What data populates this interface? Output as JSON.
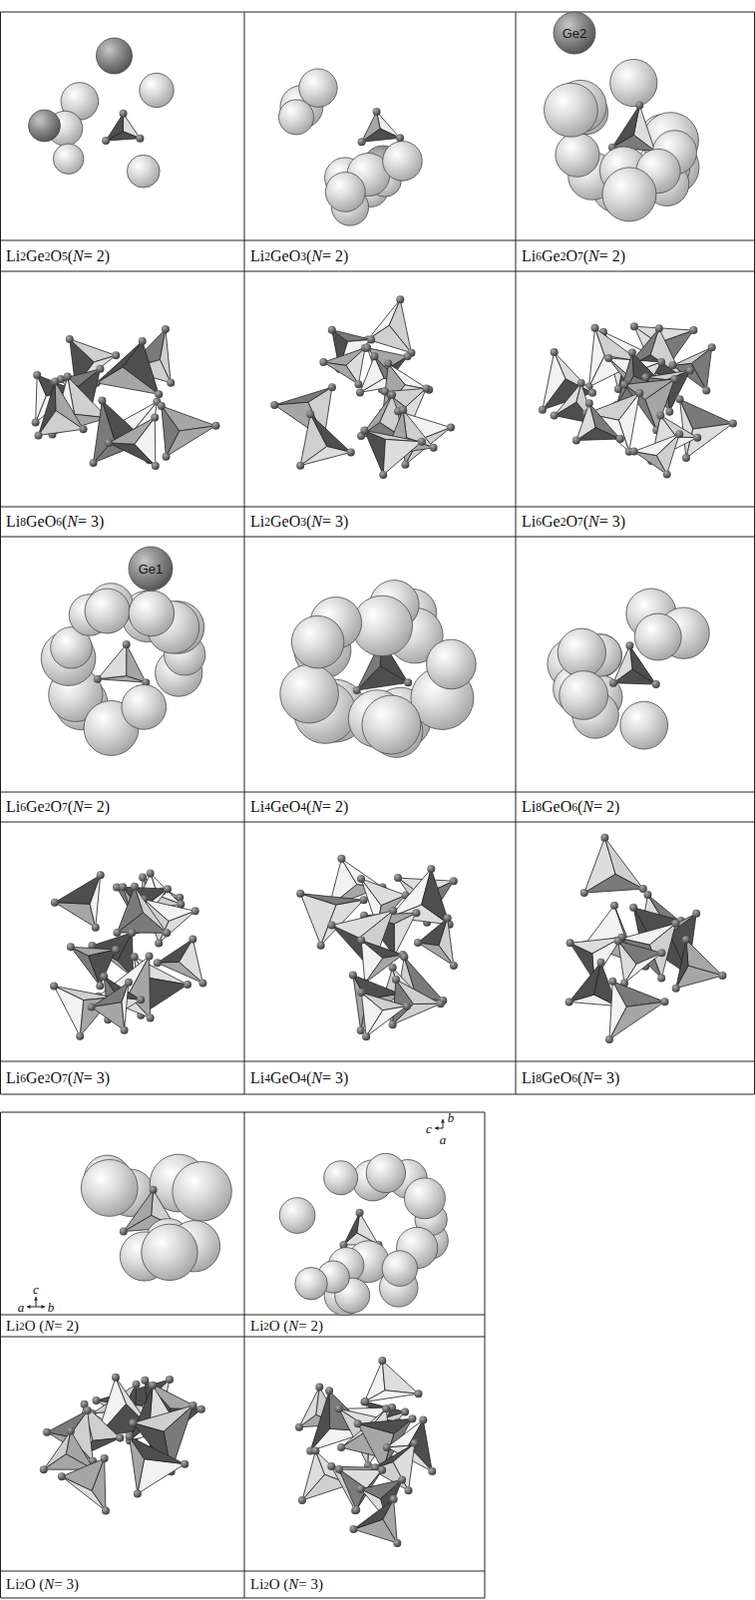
{
  "diagram": {
    "labels": [
      "Ge2",
      "Li2Ge2O5 (N = 2)",
      "Li2GeO3 (N = 2)",
      "Li6Ge2O7 (N = 2)",
      "Li8GeO6 (N = 3)",
      "Li2GeO3 (N = 3)",
      "Li6Ge2O7 (N = 3)",
      "Ge1",
      "Li6Ge2O7 (N = 2)",
      "Li4GeO4 (N = 2)",
      "Li8GeO6 (N = 2)",
      "Li6Ge2O7 (N = 3)",
      "Li4GeO4 (N = 3)",
      "Li8GeO6 (N = 3)",
      "c",
      "a",
      "b",
      "c",
      "b",
      "a",
      "Li2O (N = 2)",
      "Li2O (N = 2)",
      "Li2O (N = 3)",
      "Li2O (N = 3)"
    ]
  }
}
